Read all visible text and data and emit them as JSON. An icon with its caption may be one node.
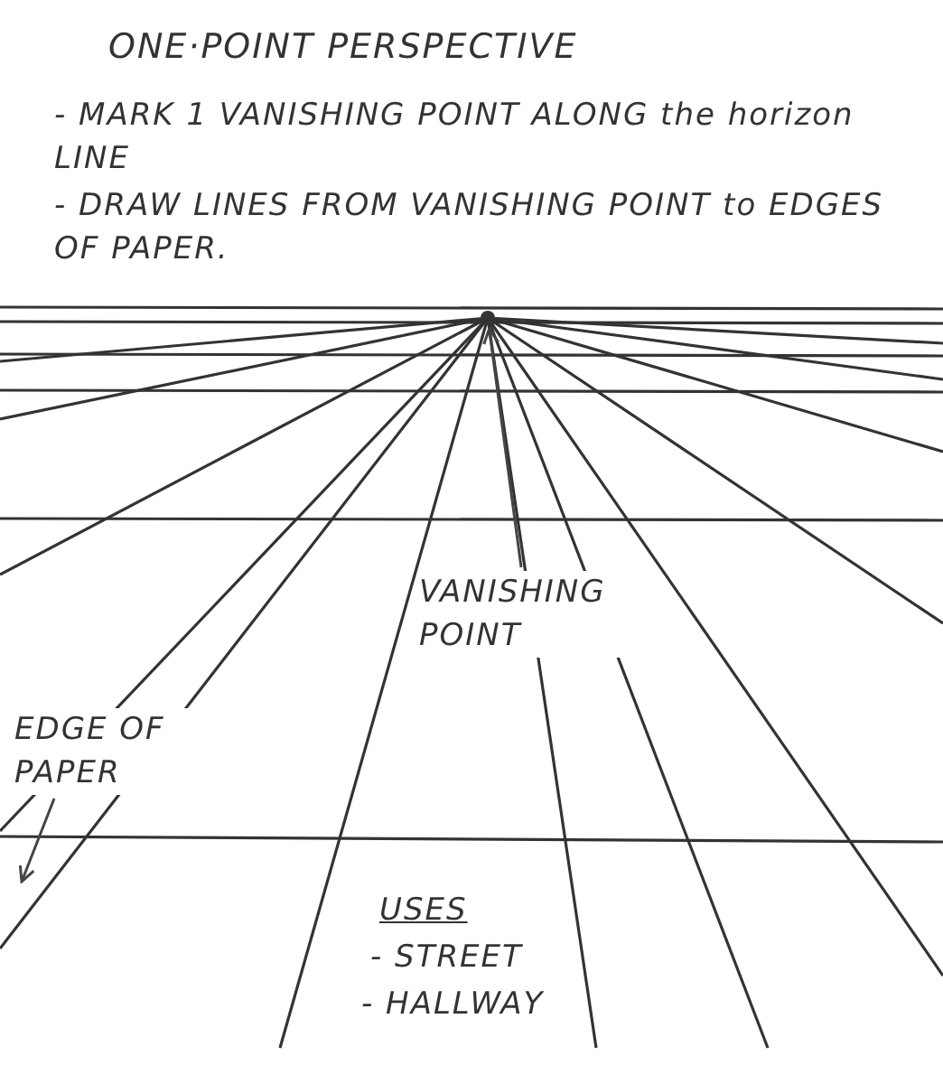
{
  "diagram": {
    "title": "ONE·POINT PERSPECTIVE",
    "nodes": [
      {
        "text": [
          "VANISHING POINT"
        ]
      },
      {
        "text": [],
        "shape": "point"
      },
      {
        "text": [
          "EDGE OF PAPER"
        ]
      }
    ],
    "edges": [
      {
        "from": 0,
        "to": 1,
        "arrow": "to"
      },
      {
        "from": 2,
        "to": null,
        "arrow": "to"
      }
    ],
    "labels": [
      "- MARK 1 VANISHING POINT ALONG the horizon LINE",
      "- DRAW LINES FROM VANISHING POINT to EDGES OF PAPER.",
      "USES",
      "- STREET",
      "- HALLWAY"
    ]
  }
}
